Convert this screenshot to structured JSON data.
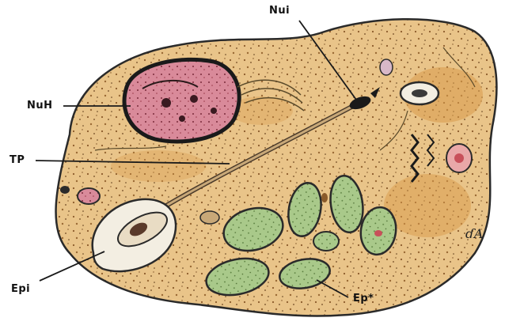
{
  "labels": {
    "nuh": "NuH",
    "nui": "Nui",
    "tp": "TP",
    "epi": "Epi",
    "ep_star": "Ep*"
  },
  "signature": "ɗA",
  "colors": {
    "tissue": "#e9c489",
    "tissue_dark": "#c88f47",
    "outline": "#2a2a2a",
    "nucleus_pink": "#d98a9a",
    "green_cells": "#a9c98a",
    "pale_cyst": "#f3eee2"
  }
}
